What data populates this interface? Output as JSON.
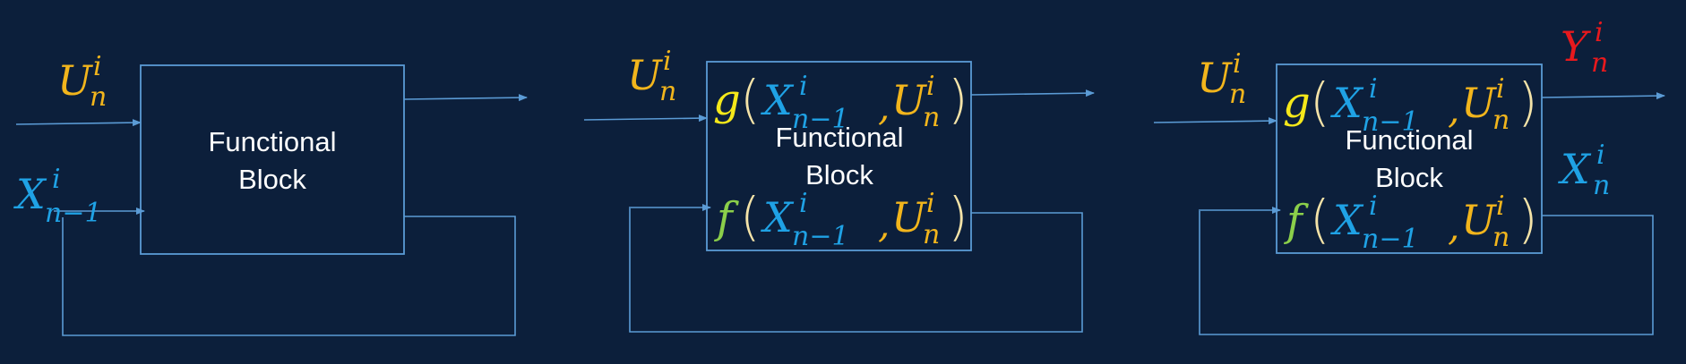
{
  "colors": {
    "background": "#0c1f3b",
    "line": "#5b9bd5",
    "u": "#f2b51c",
    "x": "#1fa2e5",
    "g": "#f5e81a",
    "f": "#8bcf4a",
    "paren": "#f4e3a8",
    "y": "#e8191d",
    "label": "#ffffff"
  },
  "symbols": {
    "U": "U",
    "X": "X",
    "Y": "Y",
    "sup_i": "i",
    "sub_n": "n",
    "sub_n_minus_1": "n−1",
    "g": "g",
    "f": "f",
    "lparen": "(",
    "rparen": ")",
    "comma": ","
  },
  "blocks": [
    {
      "label_line1": "Functional",
      "label_line2": "Block"
    },
    {
      "label_line1": "Functional",
      "label_line2": "Block"
    },
    {
      "label_line1": "Functional",
      "label_line2": "Block"
    }
  ]
}
